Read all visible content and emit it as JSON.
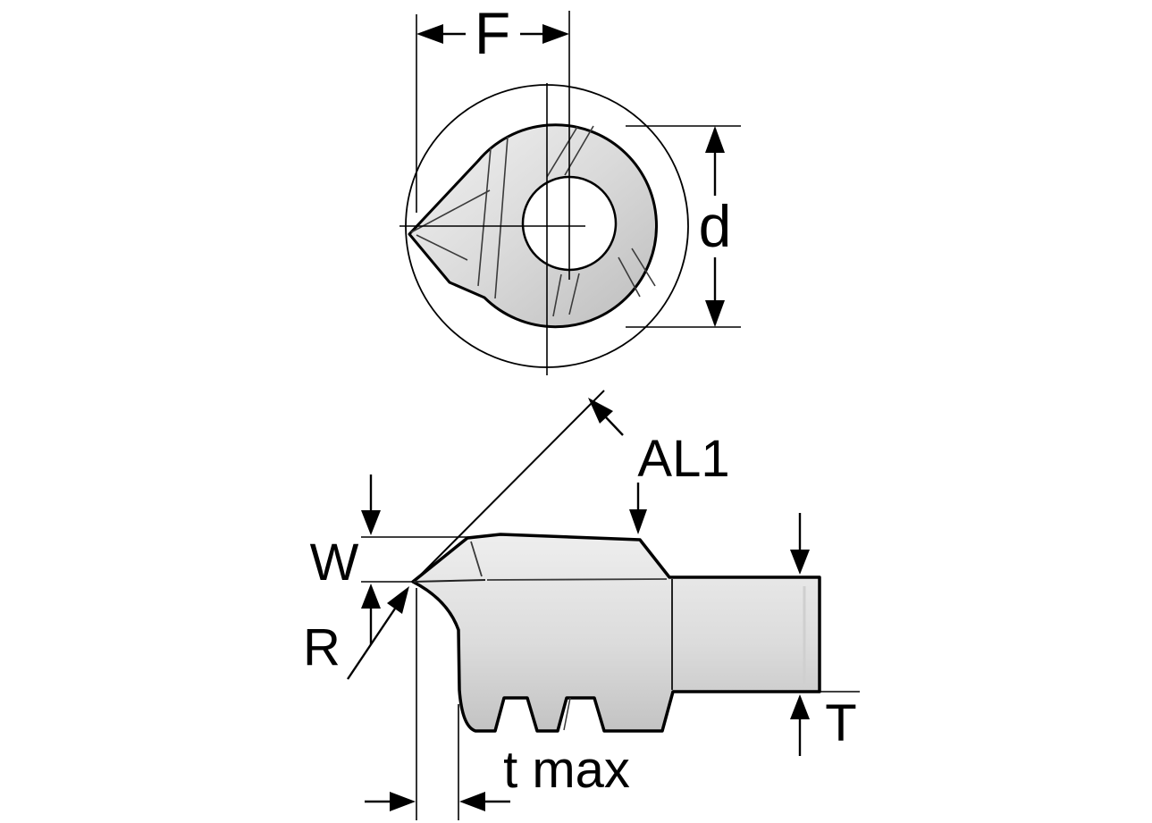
{
  "labels": {
    "F": "F",
    "d": "d",
    "AL1": "AL1",
    "W": "W",
    "R": "R",
    "T": "T",
    "t_max": "t max"
  },
  "colors": {
    "line": "#000000",
    "background": "#ffffff",
    "metal_light": "#efefef",
    "metal_mid": "#d9d9d9",
    "metal_dark": "#bdbdbd"
  }
}
